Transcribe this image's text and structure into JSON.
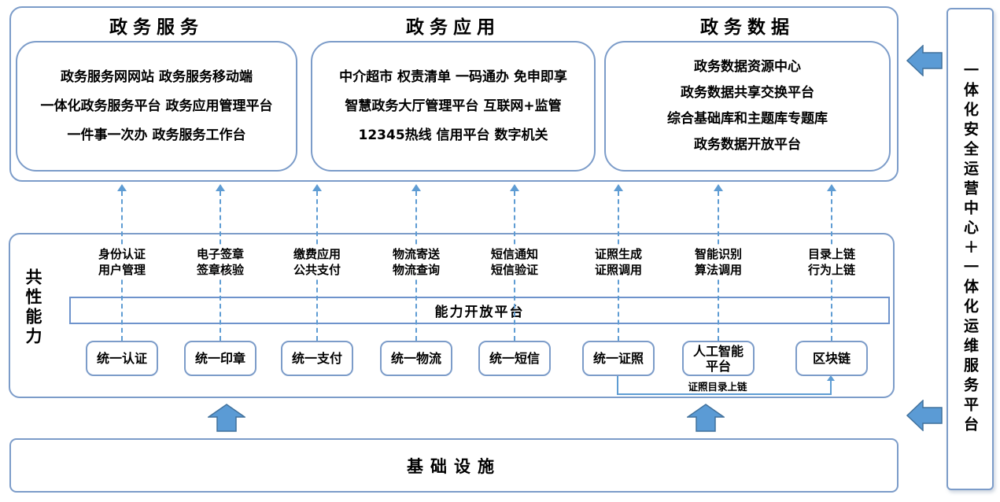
{
  "colors": {
    "border_blue": "#7C9CC9",
    "dashed_line_blue": "#5E9CD3",
    "arrow_fill": "#5B9BD5",
    "arrow_stroke": "#41719C",
    "text": "#000000"
  },
  "top_sections": [
    {
      "title": "政务服务",
      "lines": [
        "政务服务网网站 政务服务移动端",
        "一体化政务服务平台 政务应用管理平台",
        "一件事一次办 政务服务工作台"
      ]
    },
    {
      "title": "政务应用",
      "lines": [
        "中介超市 权责清单 一码通办 免申即享",
        "智慧政务大厅管理平台 互联网+监管",
        "12345热线 信用平台 数字机关"
      ]
    },
    {
      "title": "政务数据",
      "lines": [
        "政务数据资源中心",
        "政务数据共享交换平台",
        "综合基础库和主题库专题库",
        "政务数据开放平台"
      ]
    }
  ],
  "capability": {
    "side_label": "共性能力",
    "open_platform_label": "能力开放平台",
    "connector_label": "证照目录上链",
    "columns": [
      {
        "label": [
          "身份认证",
          "用户管理"
        ],
        "box": [
          "统一认证"
        ]
      },
      {
        "label": [
          "电子签章",
          "签章核验"
        ],
        "box": [
          "统一印章"
        ]
      },
      {
        "label": [
          "缴费应用",
          "公共支付"
        ],
        "box": [
          "统一支付"
        ]
      },
      {
        "label": [
          "物流寄送",
          "物流查询"
        ],
        "box": [
          "统一物流"
        ]
      },
      {
        "label": [
          "短信通知",
          "短信验证"
        ],
        "box": [
          "统一短信"
        ]
      },
      {
        "label": [
          "证照生成",
          "证照调用"
        ],
        "box": [
          "统一证照"
        ]
      },
      {
        "label": [
          "智能识别",
          "算法调用"
        ],
        "box": [
          "人工智能",
          "平台"
        ]
      },
      {
        "label": [
          "目录上链",
          "行为上链"
        ],
        "box": [
          "区块链"
        ]
      }
    ]
  },
  "infrastructure_label": "基础设施",
  "sidebar_label": "一体化安全运营中心＋一体化运维服务平台"
}
